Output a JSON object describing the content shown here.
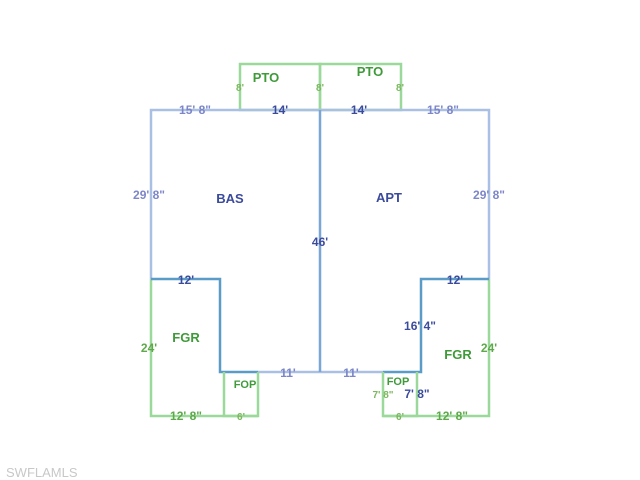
{
  "colors": {
    "living_line": "#a9bfe3",
    "center_line": "#7aa6d6",
    "garage_line": "#5b9bc8",
    "porch_line": "#9ad99a",
    "area_label_blue": "#3b4b9c",
    "area_label_green": "#3f9a3a"
  },
  "areas": {
    "bas": "BAS",
    "apt": "APT",
    "pto_left": "PTO",
    "pto_right": "PTO",
    "fgr_left": "FGR",
    "fgr_right": "FGR",
    "fop_left": "FOP",
    "fop_right": "FOP"
  },
  "dimensions": {
    "pto_left_side": "8'",
    "pto_center_side": "8'",
    "pto_right_side": "8'",
    "top_left_outer": "15' 8\"",
    "top_left_inner": "14'",
    "top_right_inner": "14'",
    "top_right_outer": "15' 8\"",
    "left_side": "29' 8\"",
    "right_side": "29' 8\"",
    "center_wall": "46'",
    "left_garage_top": "12'",
    "right_garage_top": "12'",
    "right_garage_inner": "16' 4\"",
    "left_garage_side": "24'",
    "right_garage_side": "24'",
    "left_bottom_run": "11'",
    "right_bottom_run": "11'",
    "right_fop_side": "7' 8\"",
    "right_fop_inner": "7' 8\"",
    "left_garage_bottom": "12' 8\"",
    "left_fop_bottom": "6'",
    "right_fop_bottom": "6'",
    "right_garage_bottom": "12' 8\""
  },
  "watermark": "SWFLAMLS"
}
